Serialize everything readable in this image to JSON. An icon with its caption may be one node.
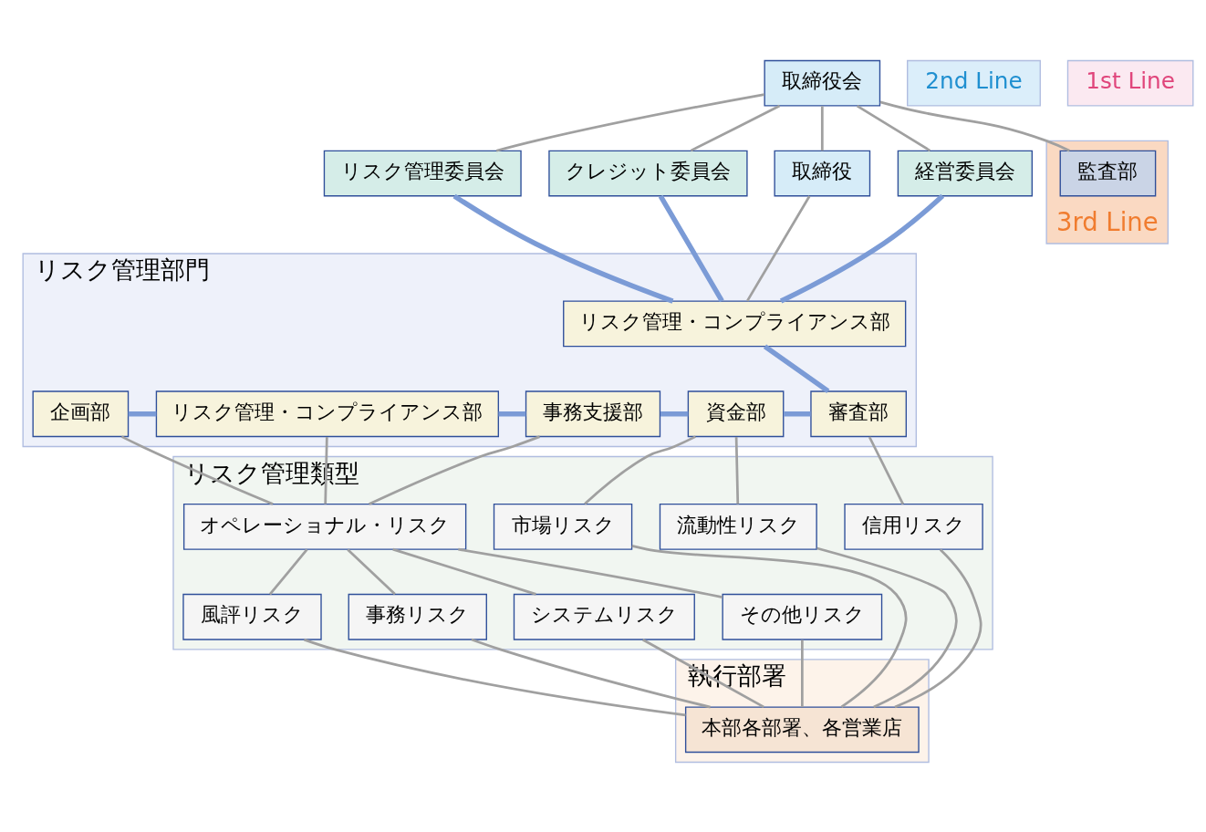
{
  "diagram": {
    "nodes": [
      {
        "text": [
          "経営委員会"
        ]
      },
      {
        "text": [
          "リスク管理委員会"
        ]
      },
      {
        "text": [
          "クレジット委員会"
        ]
      },
      {
        "text": [
          "取締役会"
        ]
      },
      {
        "text": [
          "取締役"
        ]
      },
      {
        "text": [
          "2nd Line"
        ]
      },
      {
        "text": [
          "3rd Line"
        ]
      },
      {
        "text": [
          "監査部"
        ],
        "in": 6
      },
      {
        "text": [
          "リスク管理部門"
        ]
      },
      {
        "text": [
          "リスク管理・コンプライアンス部"
        ],
        "in": 8
      },
      {
        "text": [
          "審査部"
        ],
        "in": 8
      },
      {
        "text": [
          "資金部"
        ],
        "in": 8
      },
      {
        "text": [
          "事務支援部"
        ],
        "in": 8
      },
      {
        "text": [
          "リスク管理・コンプライアンス部"
        ],
        "in": 8
      },
      {
        "text": [
          "企画部"
        ],
        "in": 8
      },
      {
        "text": [
          "リスク管理類型"
        ]
      },
      {
        "text": [
          "信用リスク"
        ],
        "in": 15
      },
      {
        "text": [
          "市場リスク"
        ],
        "in": 15
      },
      {
        "text": [
          "流動性リスク"
        ],
        "in": 15
      },
      {
        "text": [
          "オペレーショナル・リスク"
        ],
        "in": 15
      },
      {
        "text": [
          "事務リスク"
        ],
        "in": 15
      },
      {
        "text": [
          "システムリスク"
        ],
        "in": 15
      },
      {
        "text": [
          "その他リスク"
        ],
        "in": 15
      },
      {
        "text": [
          "風評リスク"
        ],
        "in": 15
      },
      {
        "text": [
          "1st Line"
        ]
      },
      {
        "text": [
          "執行部署"
        ]
      },
      {
        "text": [
          "本部各部署、各営業店"
        ],
        "in": 25
      }
    ],
    "edges": [
      {
        "from": 3,
        "to": 0,
        "arrow": "none"
      },
      {
        "from": 3,
        "to": 1,
        "arrow": "none"
      },
      {
        "from": 3,
        "to": 2,
        "arrow": "none"
      },
      {
        "from": 3,
        "to": 4,
        "arrow": "none"
      },
      {
        "from": 3,
        "to": 7,
        "arrow": "none"
      },
      {
        "from": 4,
        "to": 9,
        "arrow": "none"
      },
      {
        "from": 0,
        "to": 9,
        "arrow": "none",
        "style": "thick",
        "color": "#7b9bd6"
      },
      {
        "from": 1,
        "to": 9,
        "arrow": "none",
        "style": "thick",
        "color": "#7b9bd6"
      },
      {
        "from": 2,
        "to": 9,
        "arrow": "none",
        "style": "thick",
        "color": "#7b9bd6"
      },
      {
        "from": 9,
        "to": 10,
        "arrow": "none",
        "style": "thick",
        "color": "#7b9bd6"
      },
      {
        "from": 10,
        "to": 11,
        "arrow": "none",
        "style": "thick",
        "color": "#7b9bd6"
      },
      {
        "from": 11,
        "to": 12,
        "arrow": "none",
        "style": "thick",
        "color": "#7b9bd6"
      },
      {
        "from": 12,
        "to": 13,
        "arrow": "none",
        "style": "thick",
        "color": "#7b9bd6"
      },
      {
        "from": 13,
        "to": 14,
        "arrow": "none",
        "style": "thick",
        "color": "#7b9bd6"
      },
      {
        "from": 10,
        "to": 16,
        "arrow": "none"
      },
      {
        "from": 11,
        "to": 17,
        "arrow": "none"
      },
      {
        "from": 11,
        "to": 18,
        "arrow": "none"
      },
      {
        "from": 12,
        "to": 19,
        "arrow": "none"
      },
      {
        "from": 13,
        "to": 19,
        "arrow": "none"
      },
      {
        "from": 14,
        "to": 19,
        "arrow": "none"
      },
      {
        "from": 19,
        "to": 20,
        "arrow": "none"
      },
      {
        "from": 19,
        "to": 21,
        "arrow": "none"
      },
      {
        "from": 19,
        "to": 22,
        "arrow": "none"
      },
      {
        "from": 19,
        "to": 23,
        "arrow": "none"
      },
      {
        "from": 16,
        "to": 26,
        "arrow": "none"
      },
      {
        "from": 17,
        "to": 26,
        "arrow": "none"
      },
      {
        "from": 18,
        "to": 26,
        "arrow": "none"
      },
      {
        "from": 20,
        "to": 26,
        "arrow": "none"
      },
      {
        "from": 21,
        "to": 26,
        "arrow": "none"
      },
      {
        "from": 22,
        "to": 26,
        "arrow": "none"
      },
      {
        "from": 23,
        "to": 26,
        "arrow": "none"
      }
    ]
  }
}
